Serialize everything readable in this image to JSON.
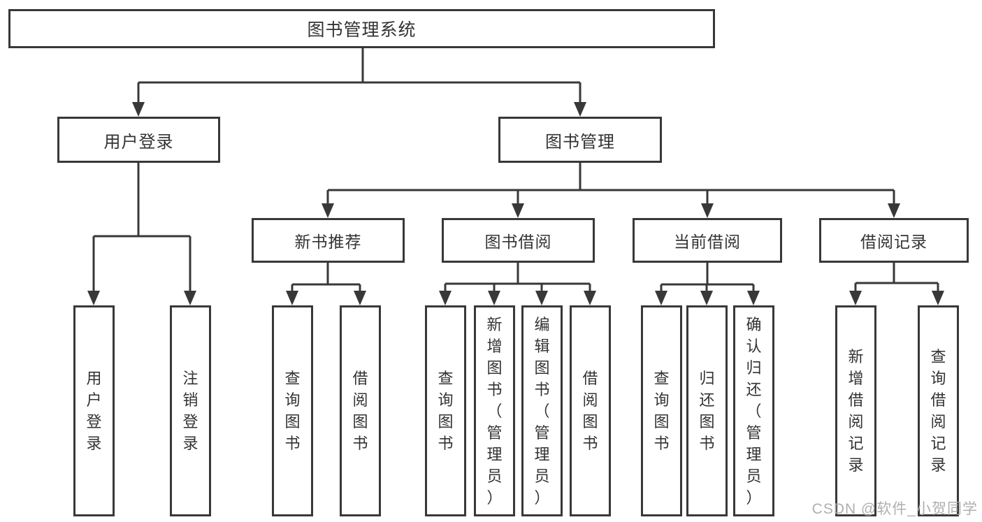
{
  "diagram": {
    "title": "图书管理系统",
    "nodes": {
      "root": {
        "label": "图书管理系统"
      },
      "user_login": {
        "label": "用户登录",
        "children": {
          "login": "用户登录",
          "logout": "注销登录"
        }
      },
      "book_management": {
        "label": "图书管理"
      },
      "new_book_recommend": {
        "label": "新书推荐",
        "children": {
          "query_books": "查询图书",
          "borrow_books": "借阅图书"
        }
      },
      "book_borrowing": {
        "label": "图书借阅",
        "children": {
          "query_books": "查询图书",
          "add_books": "新增图书（管理员）",
          "edit_books": "编辑图书（管理员）",
          "borrow_books": "借阅图书"
        }
      },
      "current_borrowing": {
        "label": "当前借阅",
        "children": {
          "query_books": "查询图书",
          "return_books": "归还图书",
          "confirm_return": "确认归还（管理员）"
        }
      },
      "borrowing_records": {
        "label": "借阅记录",
        "children": {
          "add_record": "新增借阅记录",
          "query_record": "查询借阅记录"
        }
      }
    },
    "colors": {
      "line": "#383838",
      "text": "#333333",
      "background": "#ffffff",
      "watermark": "#ababab"
    }
  },
  "watermark": {
    "text": "CSDN @软件_小贺同学"
  }
}
